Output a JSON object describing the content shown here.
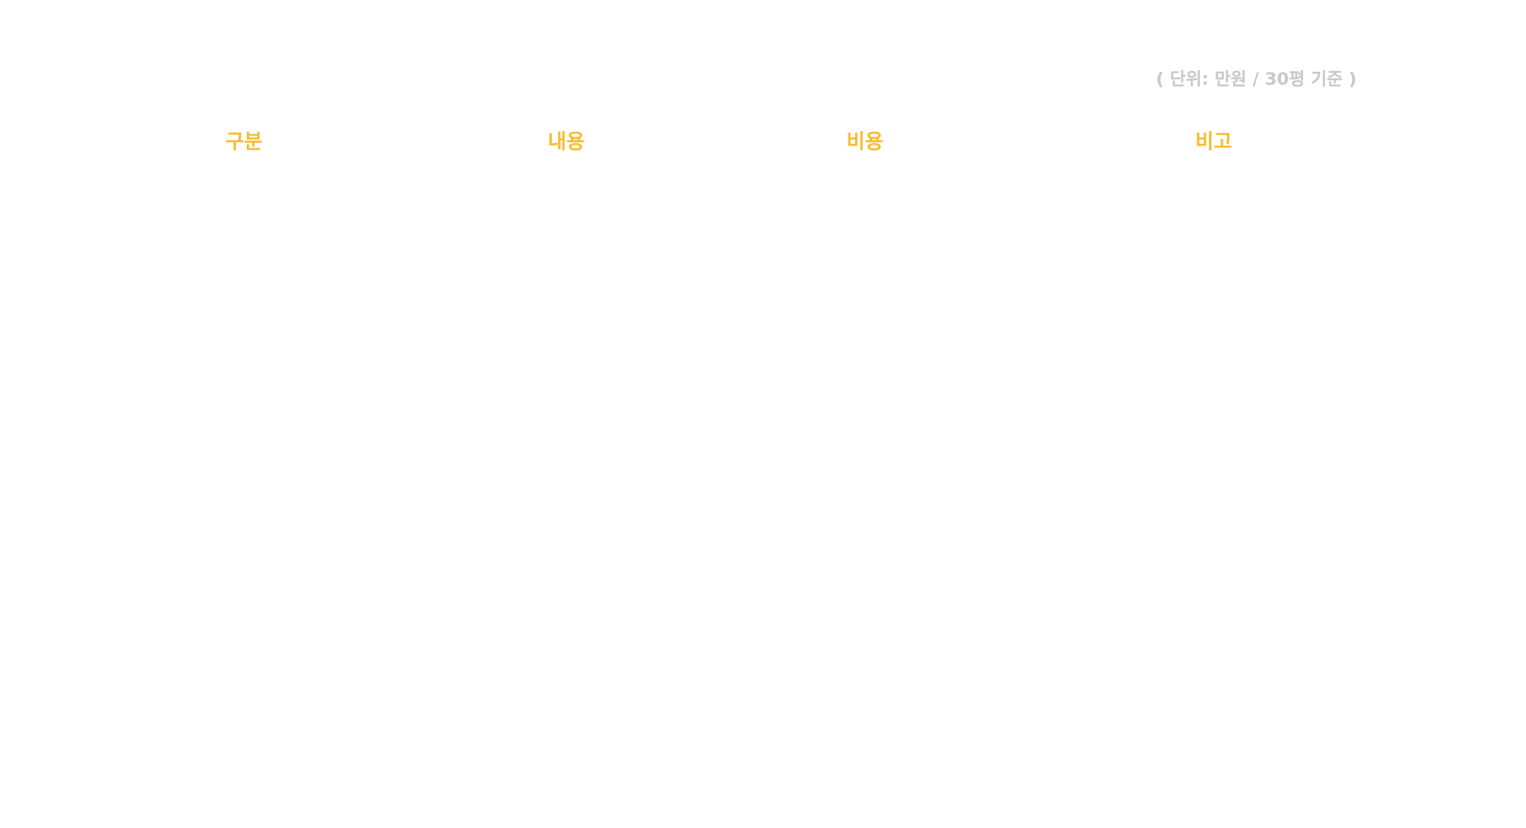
{
  "unit_note": "( 단위: 만원 / 30평 기준 )",
  "table": {
    "headers": [
      "구분",
      "내용",
      "비용",
      "비고"
    ],
    "rows": []
  },
  "colors": {
    "header_text": "#f7bb33",
    "note_text": "#c8c8c8",
    "background": "#ffffff"
  }
}
